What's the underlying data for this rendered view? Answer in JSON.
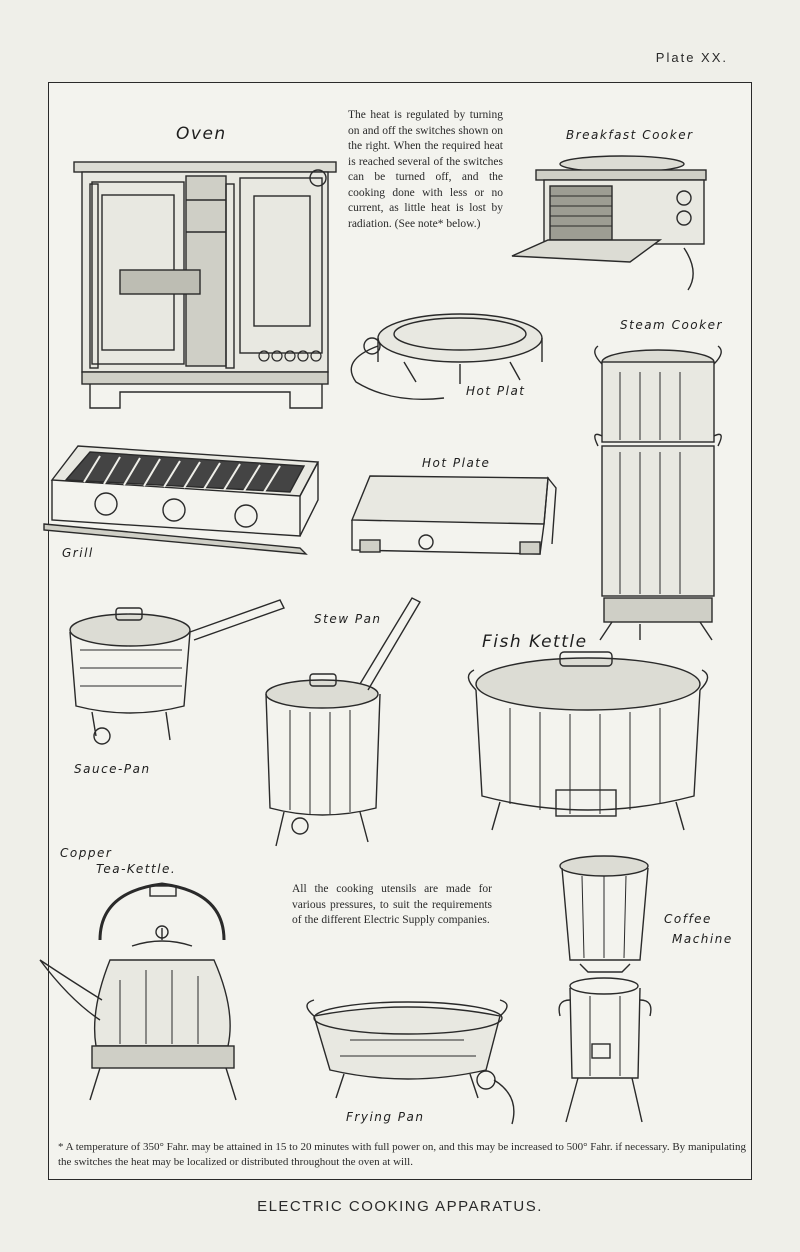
{
  "plate": "Plate XX.",
  "caption": "ELECTRIC COOKING APPARATUS.",
  "notes": {
    "heat_regulation": "The heat is regulated by turning on and off the switches shown on the right. When the required heat is reached several of the switches can be turned off, and the cooking done with less or no current, as little heat is lost by radiation. (See note* below.)",
    "utensils": "All the cooking utensils are made for various pressures, to suit the requirements of the different Electric Supply companies.",
    "footnote": "* A temperature of 350° Fahr. may be attained in 15 to 20 minutes with full power on, and this may be increased to 500° Fahr. if necessary. By manipulating the switches the heat may be localized or distributed throughout the oven at will."
  },
  "labels": {
    "oven": "Oven",
    "breakfast_cooker": "Breakfast Cooker",
    "steam_cooker": "Steam Cooker",
    "hot_plate_1": "Hot Plat",
    "hot_plate_2": "Hot Plate",
    "grill": "Grill",
    "stew_pan": "Stew Pan",
    "fish_kettle": "Fish Kettle",
    "sauce_pan": "Sauce-Pan",
    "copper_tea_kettle_1": "Copper",
    "copper_tea_kettle_2": "Tea-Kettle.",
    "coffee_machine_1": "Coffee",
    "coffee_machine_2": "Machine",
    "frying_pan": "Frying Pan"
  }
}
